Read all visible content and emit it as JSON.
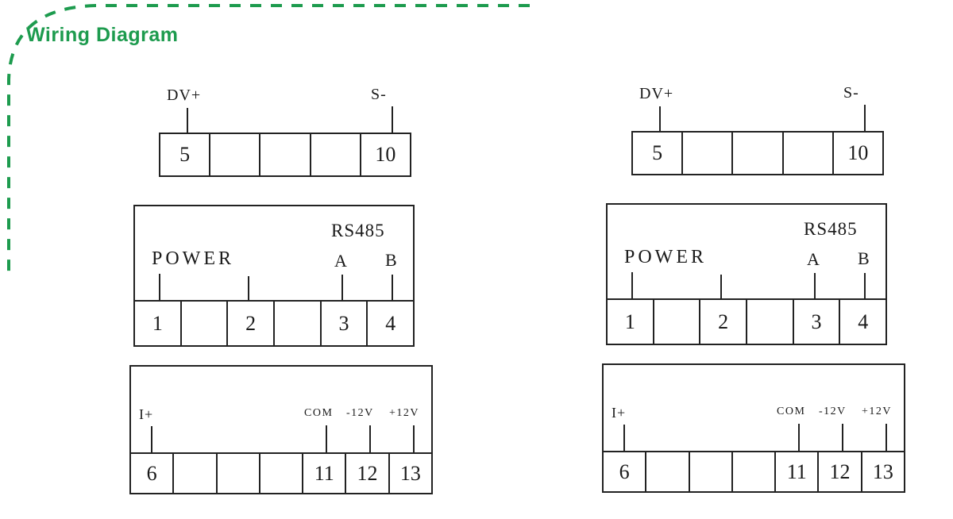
{
  "colors": {
    "accent": "#1d9b4e",
    "line": "#222222",
    "text": "#1a1a1a"
  },
  "header": {
    "title": "Wiring Diagram"
  },
  "diagrams": [
    {
      "top_block": {
        "pin_labels": [
          {
            "text": "DV+"
          },
          {
            "text": "S-"
          }
        ],
        "cells": [
          "5",
          "",
          "",
          "",
          "10"
        ]
      },
      "middle_block": {
        "power_label": "POWER",
        "bus_label": "RS485",
        "line_a_label": "A",
        "line_b_label": "B",
        "cells": [
          "1",
          "",
          "2",
          "",
          "3",
          "4"
        ]
      },
      "bottom_block": {
        "input_label": "I+",
        "aux_labels": [
          "COM",
          "-12V",
          "+12V"
        ],
        "cells": [
          "6",
          "",
          "",
          "",
          "11",
          "12",
          "13"
        ]
      }
    },
    {
      "top_block": {
        "pin_labels": [
          {
            "text": "DV+"
          },
          {
            "text": "S-"
          }
        ],
        "cells": [
          "5",
          "",
          "",
          "",
          "10"
        ]
      },
      "middle_block": {
        "power_label": "POWER",
        "bus_label": "RS485",
        "line_a_label": "A",
        "line_b_label": "B",
        "cells": [
          "1",
          "",
          "2",
          "",
          "3",
          "4"
        ]
      },
      "bottom_block": {
        "input_label": "I+",
        "aux_labels": [
          "COM",
          "-12V",
          "+12V"
        ],
        "cells": [
          "6",
          "",
          "",
          "",
          "11",
          "12",
          "13"
        ]
      }
    }
  ]
}
